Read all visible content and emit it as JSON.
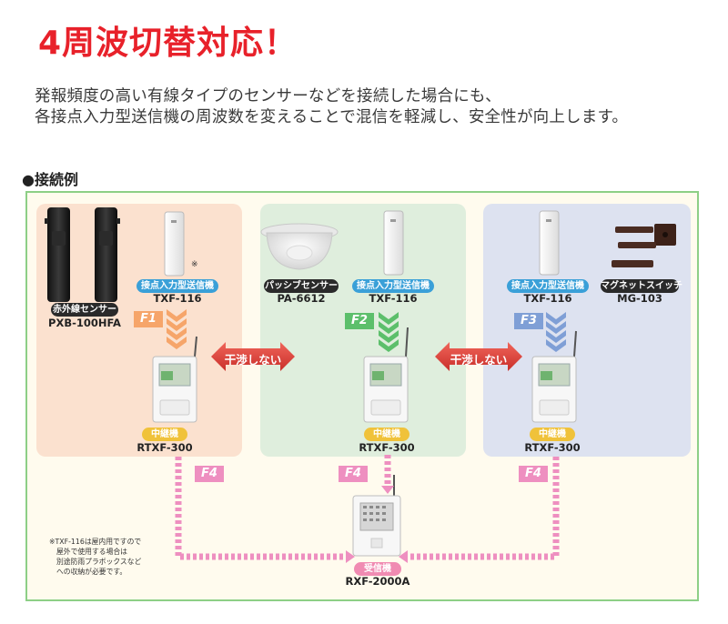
{
  "header": {
    "title": "4周波切替対応！",
    "description_lines": [
      "発報頻度の高い有線タイプのセンサーなどを接続した場合にも、",
      "各接点入力型送信機の周波数を変えることで混信を軽減し、安全性が向上します。"
    ]
  },
  "diagram": {
    "example_label": "●接続例",
    "devices": {
      "pxb": {
        "badge": "赤外線センサー",
        "model": "PXB-100HFA"
      },
      "txf_1": {
        "badge": "接点入力型送信機",
        "model": "TXF-116",
        "mark": "※"
      },
      "pa": {
        "badge": "パッシブセンサー",
        "model": "PA-6612"
      },
      "txf_2": {
        "badge": "接点入力型送信機",
        "model": "TXF-116"
      },
      "txf_3": {
        "badge": "接点入力型送信機",
        "model": "TXF-116"
      },
      "mg": {
        "badge": "マグネットスイッチ",
        "model": "MG-103"
      },
      "relay_1": {
        "badge": "中継機",
        "model": "RTXF-300"
      },
      "relay_2": {
        "badge": "中継機",
        "model": "RTXF-300"
      },
      "relay_3": {
        "badge": "中継機",
        "model": "RTXF-300"
      },
      "receiver": {
        "badge": "受信機",
        "model": "RXF-2000A"
      }
    },
    "frequencies": {
      "f1": "F1",
      "f2": "F2",
      "f3": "F3",
      "f4": "F4"
    },
    "no_interference": "干渉しない",
    "note_lines": [
      "※TXF-116は屋内用ですので",
      "屋外で使用する場合は",
      "別途防雨プラボックスなど",
      "への収納が必要です。"
    ],
    "colors": {
      "f1": "#f6a56a",
      "f2": "#5cbf6b",
      "f3": "#7f9fd6",
      "f4": "#ee8fc0",
      "arrow_red": "#e0443e",
      "frame": "#8dcf86"
    }
  }
}
